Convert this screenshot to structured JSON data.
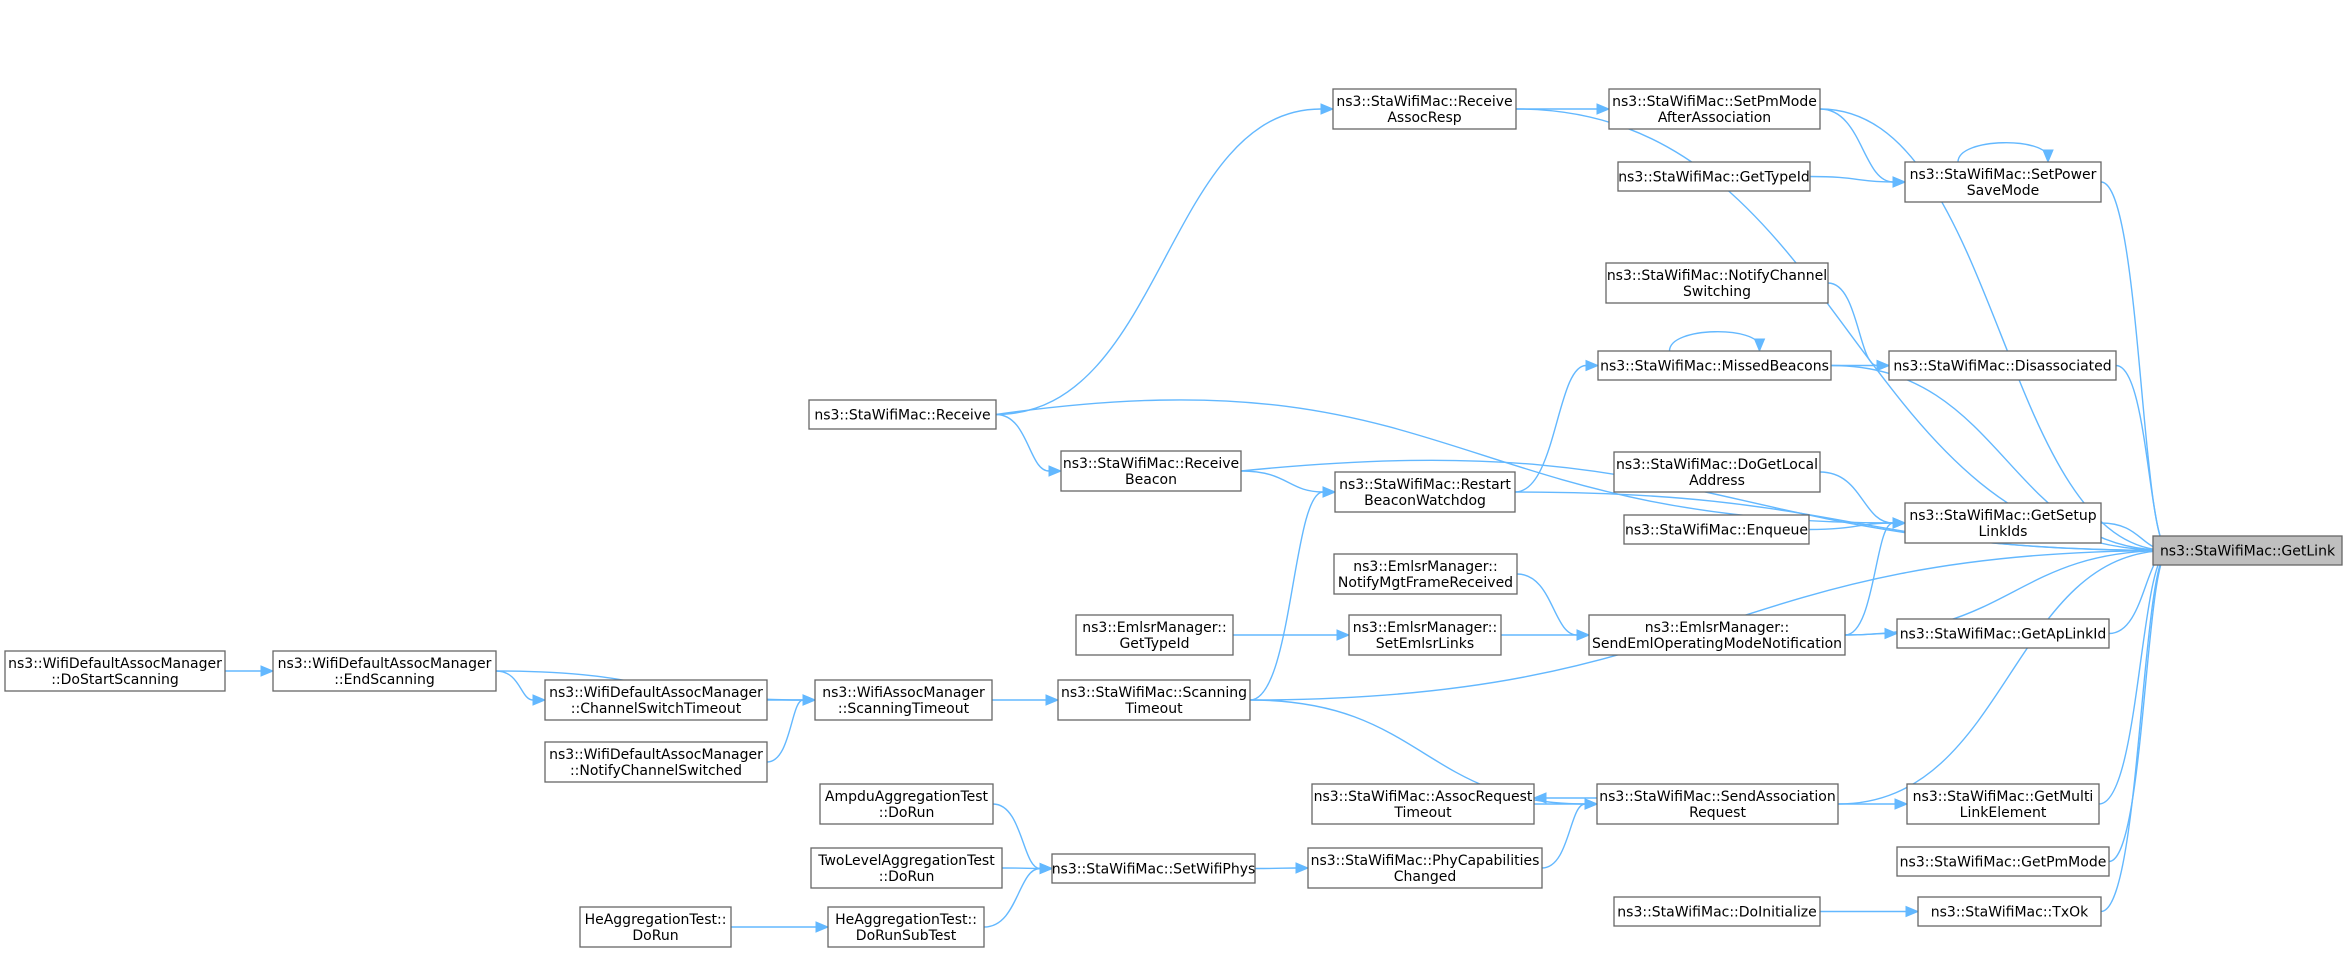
{
  "colors": {
    "edge": "#63b8ff",
    "node_border": "#666666",
    "root_fill": "#bfbfbf",
    "background": "#ffffff"
  },
  "nodes": {
    "getlink": [
      "ns3::StaWifiMac::GetLink"
    ],
    "receiveassocresp": [
      "ns3::StaWifiMac::Receive",
      "AssocResp"
    ],
    "setpmmode": [
      "ns3::StaWifiMac::SetPmMode",
      "AfterAssociation"
    ],
    "gettypeid_sta": [
      "ns3::StaWifiMac::GetTypeId"
    ],
    "setpowersave": [
      "ns3::StaWifiMac::SetPower",
      "SaveMode"
    ],
    "notifychannelswitching": [
      "ns3::StaWifiMac::NotifyChannel",
      "Switching"
    ],
    "missedbeacons": [
      "ns3::StaWifiMac::MissedBeacons"
    ],
    "disassociated": [
      "ns3::StaWifiMac::Disassociated"
    ],
    "receive": [
      "ns3::StaWifiMac::Receive"
    ],
    "receivebeacon": [
      "ns3::StaWifiMac::Receive",
      "Beacon"
    ],
    "restartbeacon": [
      "ns3::StaWifiMac::Restart",
      "BeaconWatchdog"
    ],
    "dogetlocal": [
      "ns3::StaWifiMac::DoGetLocal",
      "Address"
    ],
    "enqueue": [
      "ns3::StaWifiMac::Enqueue"
    ],
    "getsetuplinkids": [
      "ns3::StaWifiMac::GetSetup",
      "LinkIds"
    ],
    "notifymgt": [
      "ns3::EmlsrManager::",
      "NotifyMgtFrameReceived"
    ],
    "emlsr_gettypeid": [
      "ns3::EmlsrManager::",
      "GetTypeId"
    ],
    "setemlsrlinks": [
      "ns3::EmlsrManager::",
      "SetEmlsrLinks"
    ],
    "sendeml": [
      "ns3::EmlsrManager::",
      "SendEmlOperatingModeNotification"
    ],
    "getaplinkid": [
      "ns3::StaWifiMac::GetApLinkId"
    ],
    "dostartscanning": [
      "ns3::WifiDefaultAssocManager",
      "::DoStartScanning"
    ],
    "endscanning": [
      "ns3::WifiDefaultAssocManager",
      "::EndScanning"
    ],
    "channelswitchtimeout": [
      "ns3::WifiDefaultAssocManager",
      "::ChannelSwitchTimeout"
    ],
    "scanningtimeout_am": [
      "ns3::WifiAssocManager",
      "::ScanningTimeout"
    ],
    "scanningtimeout_sta": [
      "ns3::StaWifiMac::Scanning",
      "Timeout"
    ],
    "notifychannelswitched": [
      "ns3::WifiDefaultAssocManager",
      "::NotifyChannelSwitched"
    ],
    "assocrequesttimeout": [
      "ns3::StaWifiMac::AssocRequest",
      "Timeout"
    ],
    "sendassociation": [
      "ns3::StaWifiMac::SendAssociation",
      "Request"
    ],
    "getmultilink": [
      "ns3::StaWifiMac::GetMulti",
      "LinkElement"
    ],
    "ampdu": [
      "AmpduAggregationTest",
      "::DoRun"
    ],
    "twolevel": [
      "TwoLevelAggregationTest",
      "::DoRun"
    ],
    "setwifiphys": [
      "ns3::StaWifiMac::SetWifiPhys"
    ],
    "phycap": [
      "ns3::StaWifiMac::PhyCapabilities",
      "Changed"
    ],
    "getpmmode": [
      "ns3::StaWifiMac::GetPmMode"
    ],
    "heagg_dorun": [
      "HeAggregationTest::",
      "DoRun"
    ],
    "heagg_dorunsub": [
      "HeAggregationTest::",
      "DoRunSubTest"
    ],
    "doinitialize": [
      "ns3::StaWifiMac::DoInitialize"
    ],
    "txok": [
      "ns3::StaWifiMac::TxOk"
    ]
  },
  "edges": [
    [
      "receiveassocresp",
      "getlink"
    ],
    [
      "setpmmode",
      "getlink"
    ],
    [
      "setpowersave",
      "getlink"
    ],
    [
      "receivebeacon",
      "getlink"
    ],
    [
      "disassociated",
      "getlink"
    ],
    [
      "missedbeacons",
      "getlink"
    ],
    [
      "getsetuplinkids",
      "getlink"
    ],
    [
      "restartbeacon",
      "getlink"
    ],
    [
      "getaplinkid",
      "getlink"
    ],
    [
      "sendeml",
      "getlink"
    ],
    [
      "scanningtimeout_sta",
      "getlink"
    ],
    [
      "sendassociation",
      "getlink"
    ],
    [
      "getmultilink",
      "getlink"
    ],
    [
      "getpmmode",
      "getlink"
    ],
    [
      "txok",
      "getlink"
    ],
    [
      "receiveassocresp",
      "setpmmode"
    ],
    [
      "setpmmode",
      "setpowersave"
    ],
    [
      "gettypeid_sta",
      "setpowersave"
    ],
    [
      "setpowersave",
      "setpowersave"
    ],
    [
      "receive",
      "receiveassocresp"
    ],
    [
      "notifychannelswitching",
      "disassociated"
    ],
    [
      "missedbeacons",
      "disassociated"
    ],
    [
      "missedbeacons",
      "missedbeacons"
    ],
    [
      "restartbeacon",
      "missedbeacons"
    ],
    [
      "receive",
      "receivebeacon"
    ],
    [
      "receivebeacon",
      "restartbeacon"
    ],
    [
      "scanningtimeout_sta",
      "restartbeacon"
    ],
    [
      "receive",
      "getsetuplinkids"
    ],
    [
      "dogetlocal",
      "getsetuplinkids"
    ],
    [
      "enqueue",
      "getsetuplinkids"
    ],
    [
      "sendeml",
      "getsetuplinkids"
    ],
    [
      "notifymgt",
      "sendeml"
    ],
    [
      "setemlsrlinks",
      "sendeml"
    ],
    [
      "emlsr_gettypeid",
      "setemlsrlinks"
    ],
    [
      "sendeml",
      "getaplinkid"
    ],
    [
      "dostartscanning",
      "endscanning"
    ],
    [
      "endscanning",
      "scanningtimeout_am"
    ],
    [
      "endscanning",
      "channelswitchtimeout"
    ],
    [
      "channelswitchtimeout",
      "scanningtimeout_am"
    ],
    [
      "notifychannelswitched",
      "scanningtimeout_am"
    ],
    [
      "scanningtimeout_am",
      "scanningtimeout_sta"
    ],
    [
      "scanningtimeout_sta",
      "sendassociation"
    ],
    [
      "sendassociation",
      "assocrequesttimeout"
    ],
    [
      "assocrequesttimeout",
      "sendassociation"
    ],
    [
      "phycap",
      "sendassociation"
    ],
    [
      "sendassociation",
      "getmultilink"
    ],
    [
      "ampdu",
      "setwifiphys"
    ],
    [
      "twolevel",
      "setwifiphys"
    ],
    [
      "heagg_dorunsub",
      "setwifiphys"
    ],
    [
      "heagg_dorun",
      "heagg_dorunsub"
    ],
    [
      "setwifiphys",
      "phycap"
    ],
    [
      "doinitialize",
      "txok"
    ]
  ]
}
